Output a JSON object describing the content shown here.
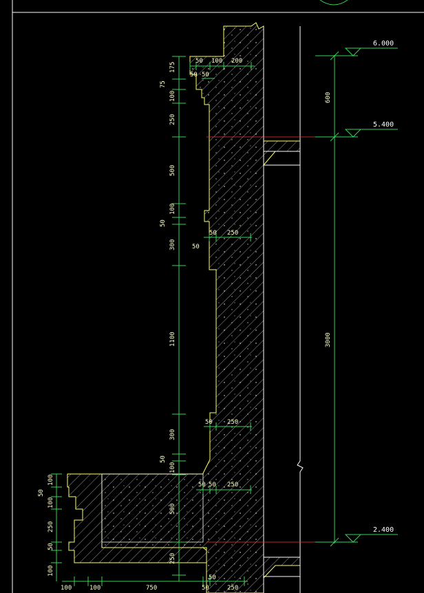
{
  "drawing": {
    "levels": {
      "top": "6.000",
      "mid": "5.400",
      "bottom": "2.400"
    },
    "overall_dims": {
      "upper": "600",
      "total": "3000"
    },
    "vertical_dims_main": [
      "175",
      "75",
      "100",
      "250",
      "500",
      "100",
      "50",
      "300",
      "1100",
      "300",
      "50",
      "100",
      "500",
      "250"
    ],
    "vertical_dims_parapet": [
      "100",
      "50",
      "100",
      "250",
      "50",
      "100"
    ],
    "horizontal_dims": {
      "top_row": [
        "50",
        "100",
        "200"
      ],
      "top_row2": [
        "50",
        "50"
      ],
      "mid_upper": [
        "50",
        "250"
      ],
      "mid_upper_side": "50",
      "mid_lower": [
        "50",
        "250"
      ],
      "lower": [
        "50",
        "50",
        "250"
      ],
      "base_left": [
        "100",
        "100",
        "750",
        "50",
        "250"
      ],
      "base_small": "50"
    }
  }
}
